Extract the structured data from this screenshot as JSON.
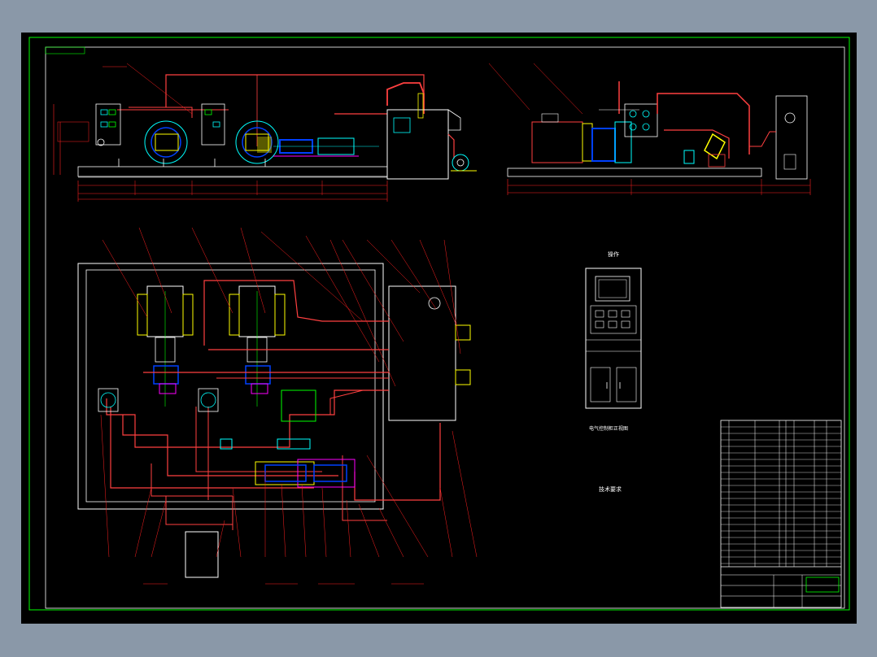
{
  "title_block": {
    "drawing_name": "",
    "scale": ""
  },
  "views": {
    "front_elevation": "front-elevation",
    "side_elevation": "side-elevation",
    "plan": "plan-view",
    "cabinet": "control-cabinet"
  },
  "cabinet": {
    "heading": "操作",
    "caption": "电气控制柜正视图"
  },
  "technical_notes": {
    "heading": "技术要求",
    "lines": [
      "",
      "",
      "",
      "",
      "",
      ""
    ]
  },
  "plan_center_label": "",
  "colors": {
    "background": "#000000",
    "frame": "#00ff00",
    "pipe": "#ff4040",
    "dimension": "#ff2020",
    "outline": "#ffffff",
    "motor": "#ffff00",
    "valve": "#00ffff",
    "highlight": "#ff00ff",
    "equipment_blue": "#0040ff"
  }
}
